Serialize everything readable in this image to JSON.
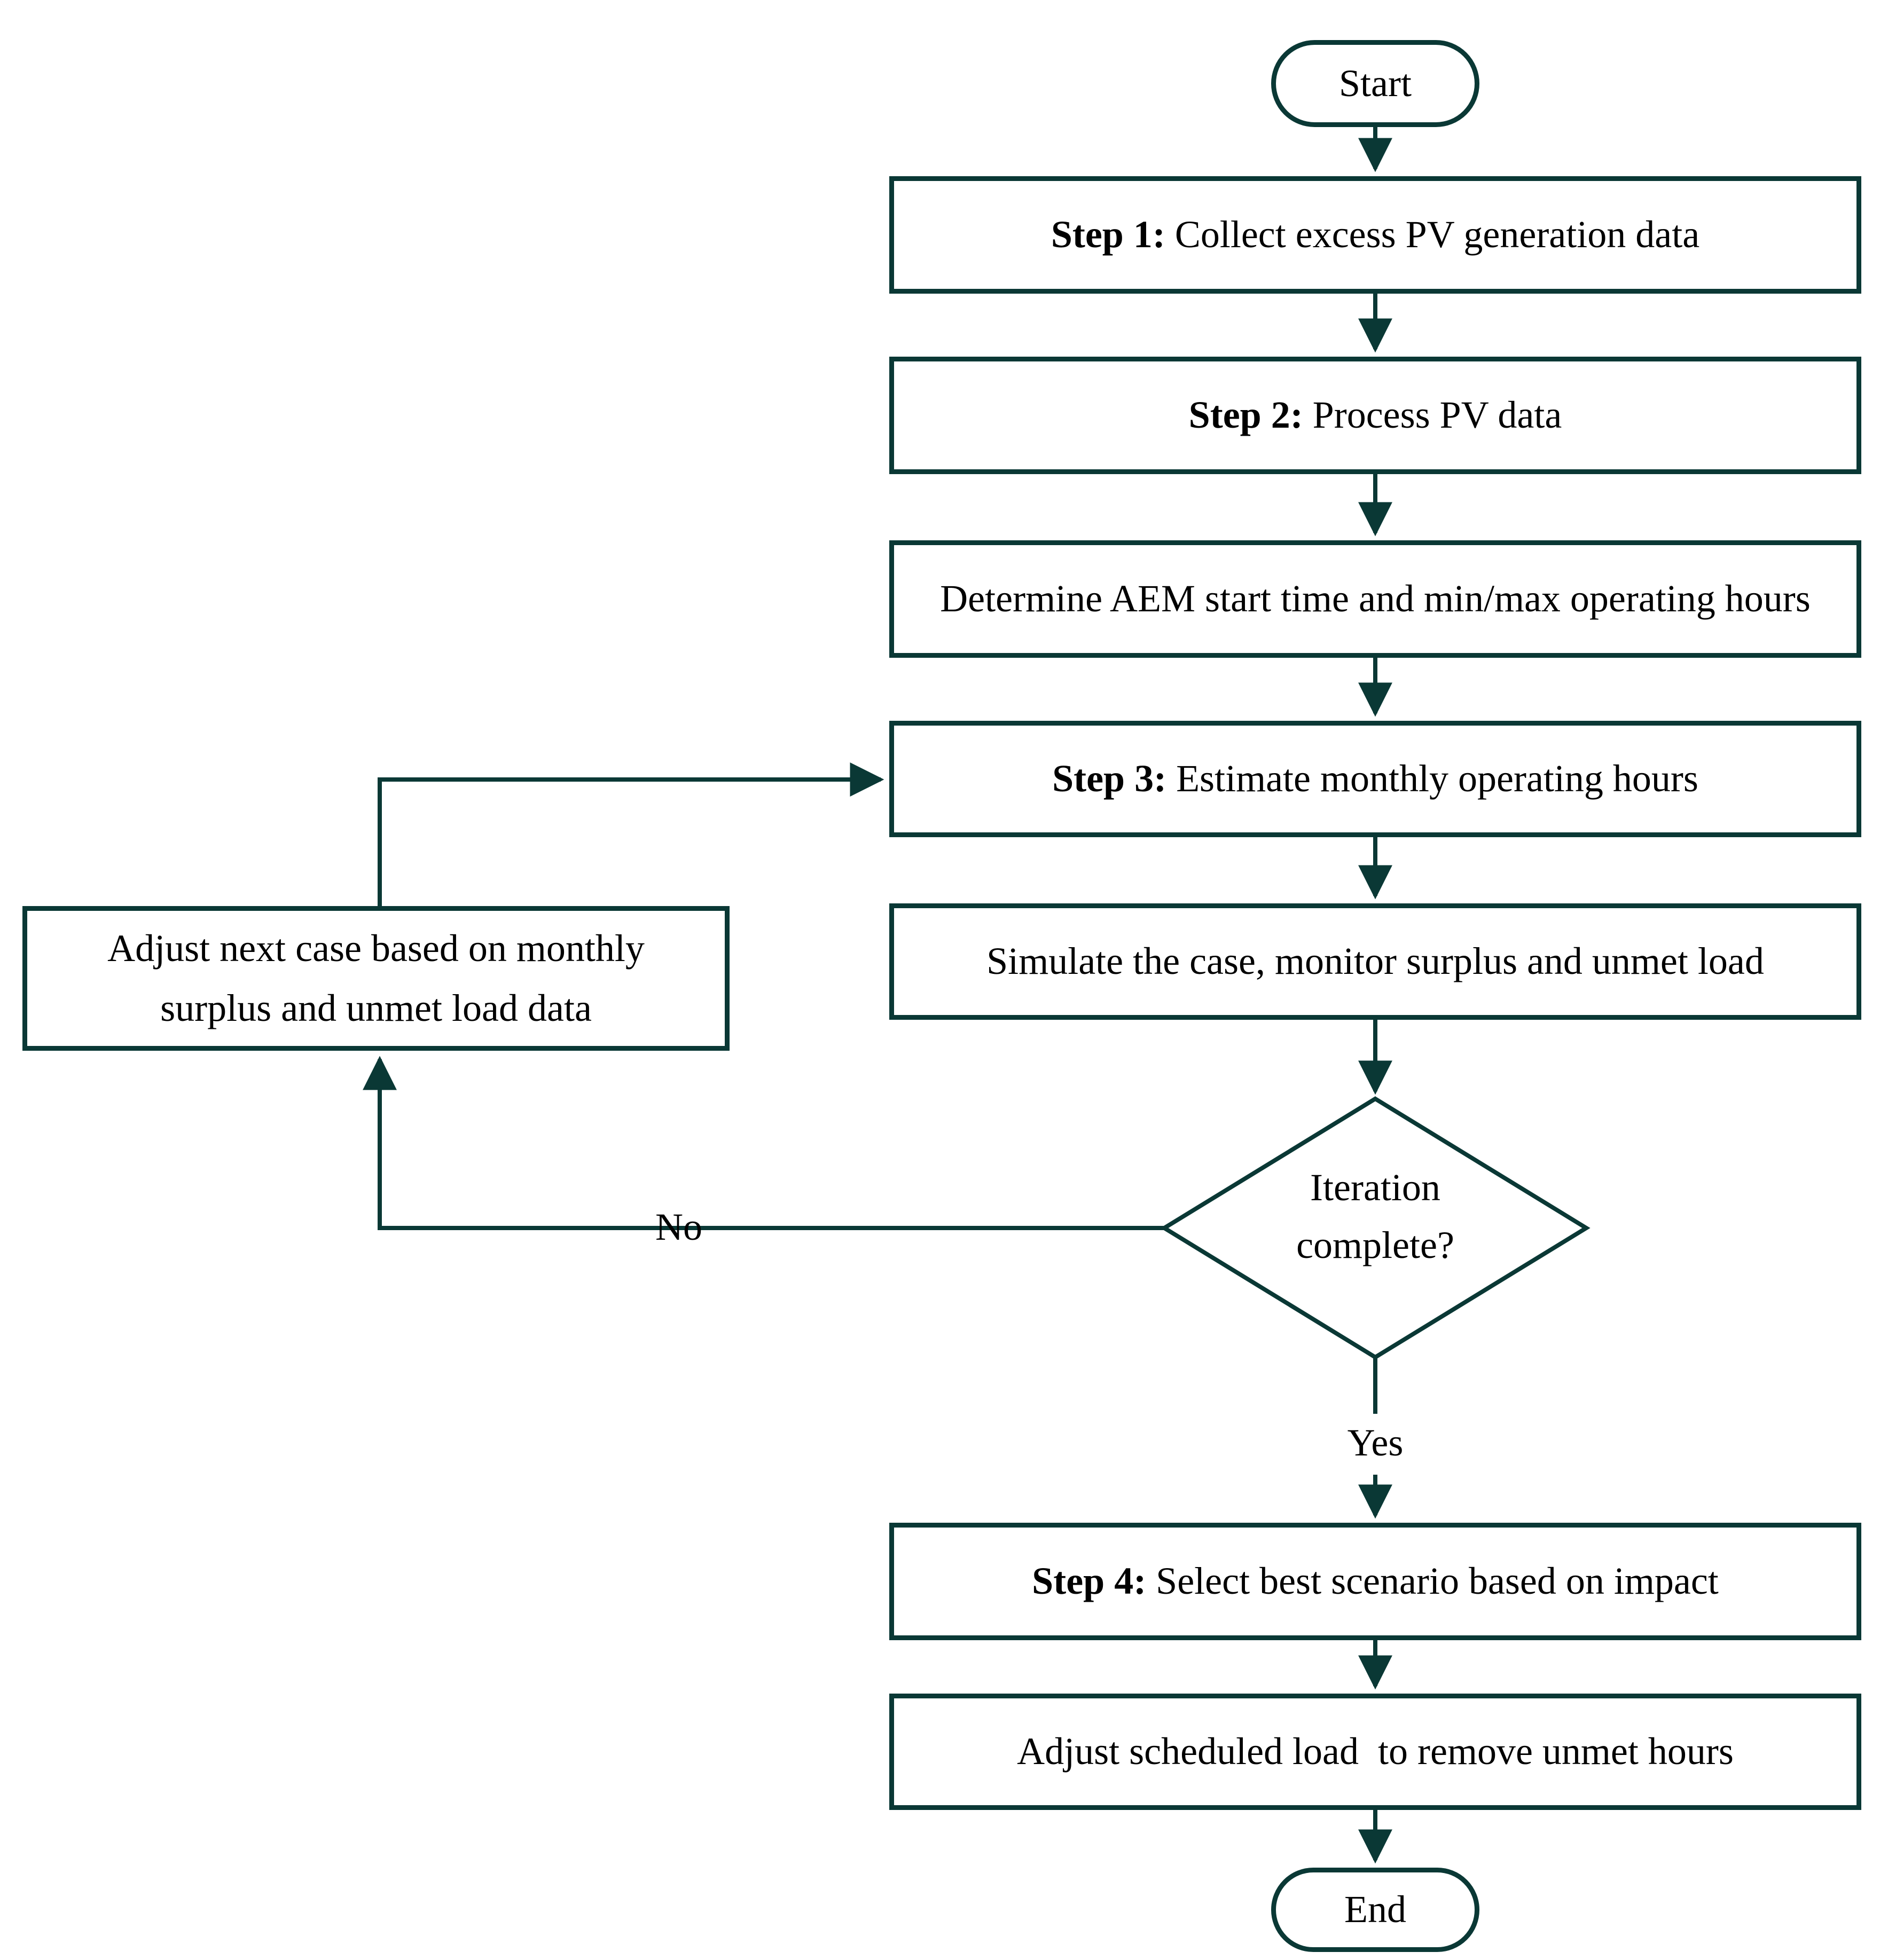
{
  "diagram": {
    "type": "flowchart",
    "colors": {
      "stroke": "#0a3835",
      "text": "#000000",
      "background": "#ffffff"
    },
    "nodes": {
      "start": {
        "label": "Start"
      },
      "step1": {
        "prefix": "Step 1:",
        "text": " Collect excess PV generation data"
      },
      "step2": {
        "prefix": "Step 2:",
        "text": " Process PV data"
      },
      "determine": {
        "prefix": "",
        "text": "Determine AEM start time and min/max operating hours"
      },
      "step3": {
        "prefix": "Step 3:",
        "text": " Estimate monthly operating hours"
      },
      "simulate": {
        "prefix": "",
        "text": "Simulate the case, monitor surplus and unmet load"
      },
      "decision": {
        "text": "Iteration complete?"
      },
      "adjust_case": {
        "prefix": "",
        "text": "Adjust next case based on monthly surplus and unmet load data"
      },
      "step4": {
        "prefix": "Step 4:",
        "text": " Select best scenario based on impact"
      },
      "adjust_load": {
        "prefix": "",
        "text": "Adjust scheduled load  to remove unmet hours"
      },
      "end": {
        "label": "End"
      }
    },
    "edge_labels": {
      "no": "No",
      "yes": "Yes"
    }
  }
}
